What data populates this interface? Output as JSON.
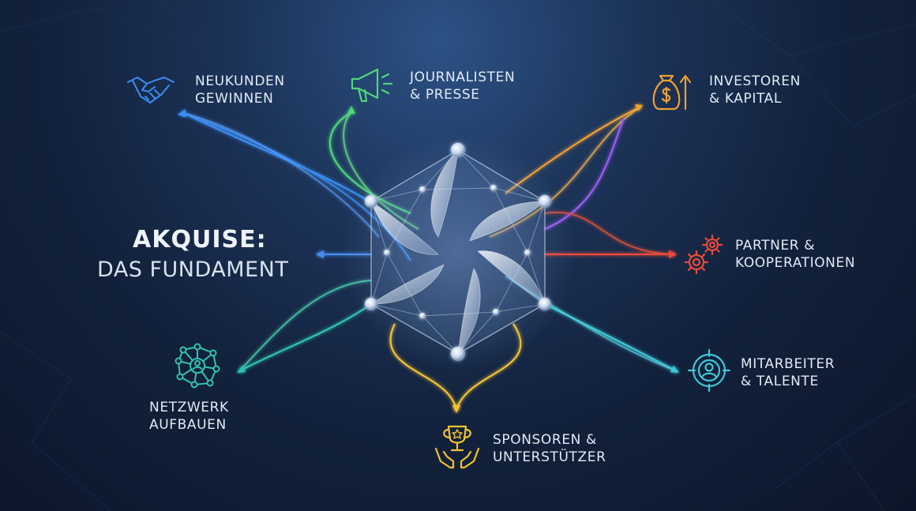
{
  "center": {
    "title": "AKQUISE:",
    "subtitle": "DAS FUNDAMENT"
  },
  "nodes": [
    {
      "id": "neukunden",
      "line1": "NEUKUNDEN",
      "line2": "GEWINNEN",
      "icon": "handshake-icon",
      "color": "#3b8df0"
    },
    {
      "id": "presse",
      "line1": "JOURNALISTEN",
      "line2": "& PRESSE",
      "icon": "megaphone-icon",
      "color": "#4fd67a"
    },
    {
      "id": "investoren",
      "line1": "INVESTOREN",
      "line2": "& KAPITAL",
      "icon": "money-bag-icon",
      "color": "#f0a030"
    },
    {
      "id": "partner",
      "line1": "PARTNER &",
      "line2": "KOOPERATIONEN",
      "icon": "gears-icon",
      "color": "#ee4a3a"
    },
    {
      "id": "mitarbeiter",
      "line1": "MITARBEITER",
      "line2": "& TALENTE",
      "icon": "target-person-icon",
      "color": "#3fc8d8"
    },
    {
      "id": "sponsoren",
      "line1": "SPONSOREN &",
      "line2": "UNTERSTÜTZER",
      "icon": "trophy-hands-icon",
      "color": "#f2c230"
    },
    {
      "id": "netzwerk",
      "line1": "NETZWERK",
      "line2": "AUFBAUEN",
      "icon": "network-icon",
      "color": "#2fc4b0"
    }
  ]
}
